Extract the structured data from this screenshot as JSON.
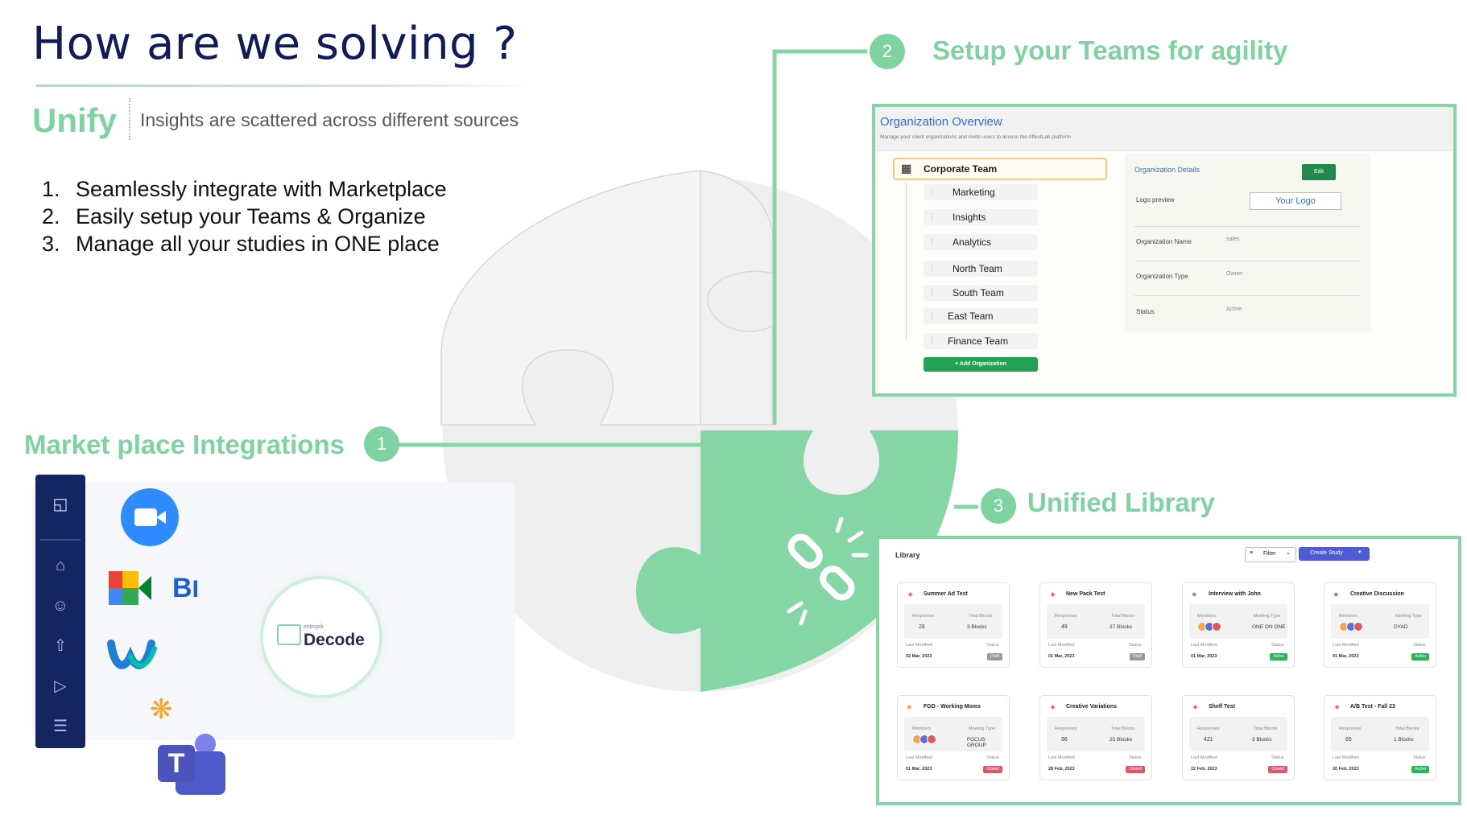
{
  "slide": {
    "title": "How are we solving ?",
    "unify_label": "Unify",
    "unify_desc": "Insights are scattered across different sources",
    "steps": [
      {
        "num": "1.",
        "text": "Seamlessly integrate with Marketplace"
      },
      {
        "num": "2.",
        "text": "Easily setup your Teams & Organize"
      },
      {
        "num": "3.",
        "text": "Manage all your studies in ONE place"
      }
    ]
  },
  "callouts": {
    "marketplace": {
      "num": "1",
      "label": "Market place Integrations"
    },
    "teams": {
      "num": "2",
      "label": "Setup your Teams for agility"
    },
    "library": {
      "num": "3",
      "label": "Unified Library"
    }
  },
  "colors": {
    "accent": "#7ed3a0",
    "title": "#0f1c5c",
    "puzzle_gray": "#efefef",
    "puzzle_green": "#84d6a4"
  },
  "integrations": {
    "icons": [
      "entropik-logo-icon",
      "home-icon",
      "users-icon",
      "upload-icon",
      "video-icon",
      "stack-icon",
      "puzzle-icon",
      "zoom-icon",
      "google-meet-icon",
      "bluejeans-icon",
      "webex-icon",
      "asterisk-icon",
      "teams-icon"
    ],
    "decode_brand": "entropik",
    "decode_name": "Decode"
  },
  "org": {
    "title": "Organization Overview",
    "subtitle": "Manage your client organizations and invite users to access the AffectLab platform",
    "root": "Corporate Team",
    "teams": [
      "Marketing",
      "Insights",
      "Analytics",
      "North Team",
      "South Team",
      "East Team",
      "Finance Team"
    ],
    "add_button": "+ Add Organization",
    "details_heading": "Organization Details",
    "edit_button": "Edit",
    "logo_label": "Logo preview",
    "logo_value": "Your Logo",
    "fields": [
      {
        "label": "Organization Name",
        "value": "sales"
      },
      {
        "label": "Organization Type",
        "value": "Owner"
      },
      {
        "label": "Status",
        "value": "Active"
      }
    ]
  },
  "library": {
    "title": "Library",
    "filter_label": "Filter",
    "create_label": "Create Study",
    "last_modified_label": "Last Modified",
    "status_label": "Status",
    "cards": [
      {
        "name": "Summer Ad Test",
        "l1": "Responses",
        "v1": "28",
        "l2": "Total Blocks",
        "v2": "3 Blocks",
        "date": "02 Mar, 2023",
        "status": "Draft",
        "color": "#9a9a9a"
      },
      {
        "name": "New Pack Test",
        "l1": "Responses",
        "v1": "49",
        "l2": "Total Blocks",
        "v2": "27 Blocks",
        "date": "01 Mar, 2023",
        "status": "Draft",
        "color": "#9a9a9a"
      },
      {
        "name": "Interview with John",
        "l1": "Members",
        "v1": "",
        "l2": "Meeting Type",
        "v2": "ONE ON ONE",
        "date": "01 Mar, 2023",
        "status": "Active",
        "color": "#2db35d"
      },
      {
        "name": "Creative Discussion",
        "l1": "Members",
        "v1": "",
        "l2": "Meeting Type",
        "v2": "DYAD",
        "date": "01 Mar, 2023",
        "status": "Active",
        "color": "#2db35d"
      },
      {
        "name": "FGD - Working Moms",
        "l1": "Members",
        "v1": "",
        "l2": "Meeting Type",
        "v2": "FOCUS GROUP",
        "date": "01 Mar, 2023",
        "status": "Closed",
        "color": "#e0566b"
      },
      {
        "name": "Creative Variations",
        "l1": "Responses",
        "v1": "98",
        "l2": "Total Blocks",
        "v2": "25 Blocks",
        "date": "28 Feb, 2023",
        "status": "Closed",
        "color": "#e0566b"
      },
      {
        "name": "Shelf Test",
        "l1": "Responses",
        "v1": "421",
        "l2": "Total Blocks",
        "v2": "3 Blocks",
        "date": "22 Feb, 2023",
        "status": "Closed",
        "color": "#e0566b"
      },
      {
        "name": "A/B Test - Fall 23",
        "l1": "Responses",
        "v1": "65",
        "l2": "Total Blocks",
        "v2": "1 Blocks",
        "date": "20 Feb, 2023",
        "status": "Active",
        "color": "#2db35d"
      }
    ]
  }
}
